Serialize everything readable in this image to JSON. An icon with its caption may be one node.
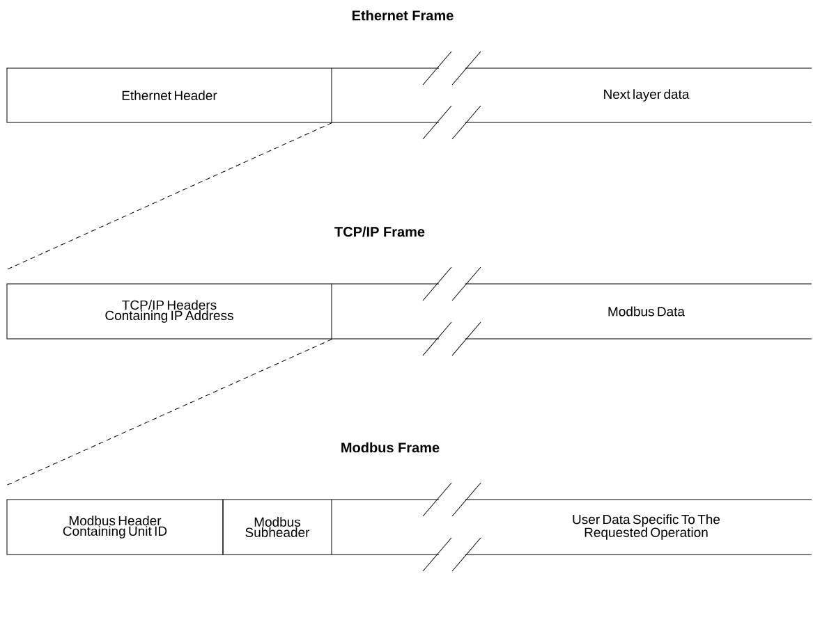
{
  "diagram": {
    "nodes": [
      {
        "text": [
          "Ethernet Header"
        ]
      },
      {
        "text": [
          "Next layer data"
        ]
      },
      {
        "text": [
          "TCP/IP Headers Containing IP Address"
        ]
      },
      {
        "text": [
          "Modbus Data"
        ]
      },
      {
        "text": [
          "Modbus Header Containing Unit ID"
        ]
      },
      {
        "text": [
          "Modbus Subheader"
        ]
      },
      {
        "text": [
          "User Data Specific To The Requested Operation"
        ]
      }
    ],
    "edges": [
      {
        "from": 0,
        "to": 2,
        "arrow": "none",
        "style": "dashed"
      },
      {
        "from": 2,
        "to": 4,
        "arrow": "none",
        "style": "dashed"
      }
    ],
    "labels": [
      "Ethernet Frame",
      "TCP/IP Frame",
      "Modbus Frame"
    ]
  }
}
